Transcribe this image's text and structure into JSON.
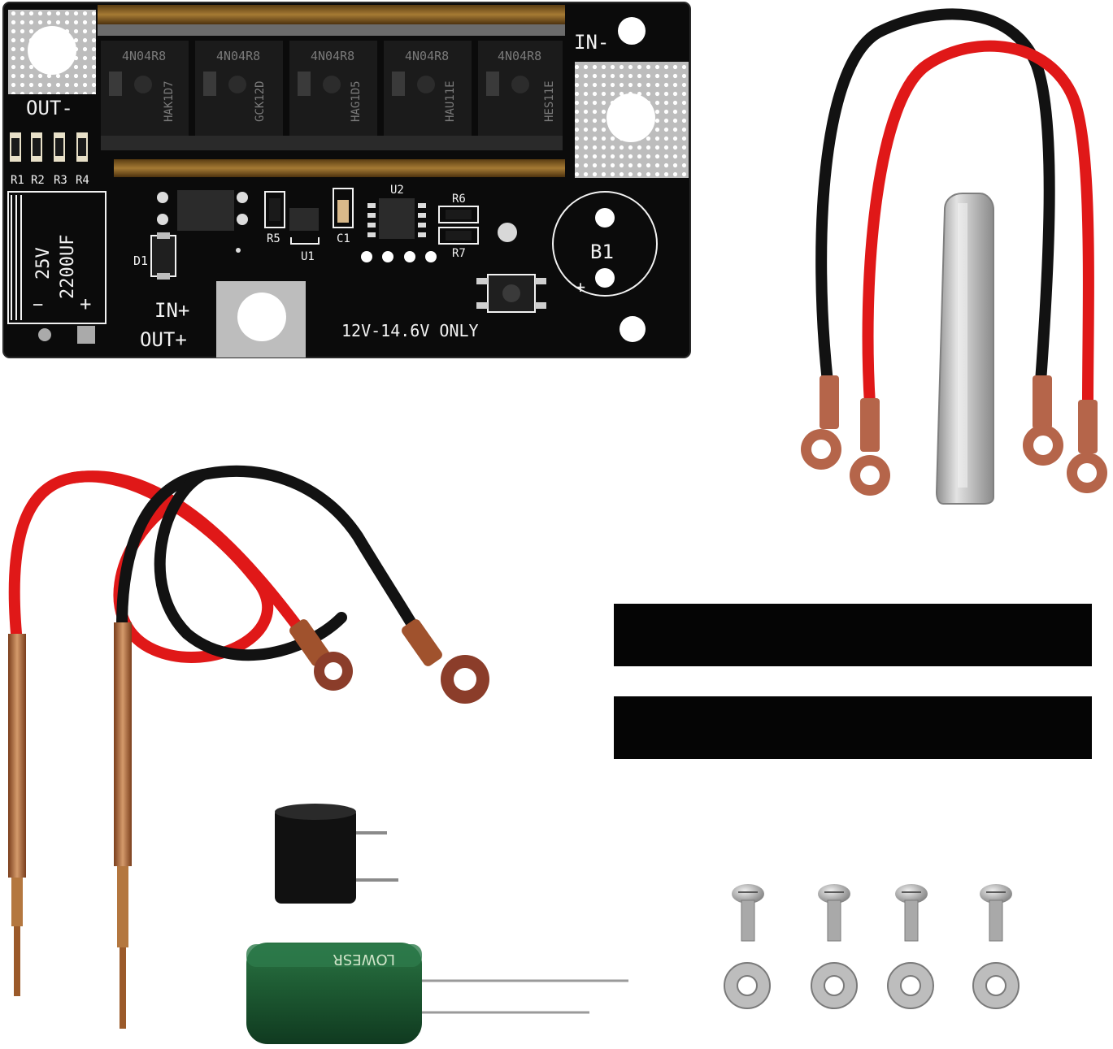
{
  "pcb": {
    "labels": {
      "out_minus": "OUT-",
      "in_minus": "IN-",
      "in_plus": "IN+",
      "out_plus": "OUT+",
      "r1": "R1",
      "r2": "R2",
      "r3": "R3",
      "r4": "R4",
      "r5": "R5",
      "r6": "R6",
      "r7": "R7",
      "u1": "U1",
      "u2": "U2",
      "c1": "C1",
      "d1": "D1",
      "b1": "B1",
      "b1_plus": "+",
      "cap_voltage": "25V",
      "cap_capacitance": "2200UF",
      "cap_minus": "−",
      "cap_plus": "+",
      "voltage_note": "12V-14.6V ONLY"
    },
    "mosfets": [
      {
        "part": "4N04R8",
        "code": "HAK1D7"
      },
      {
        "part": "4N04R8",
        "code": "GCK12D"
      },
      {
        "part": "4N04R8",
        "code": "HAG1D5"
      },
      {
        "part": "4N04R8",
        "code": "HAU11E"
      },
      {
        "part": "4N04R8",
        "code": "HES11E"
      }
    ]
  },
  "capacitor": {
    "brand": "LOWESR"
  },
  "colors": {
    "pcb": "#0b0b0b",
    "silkscreen": "#f2f2f2",
    "copper_bar": "#8a6326",
    "wire_red": "#e01818",
    "wire_black": "#141414",
    "lug_copper": "#b5654a",
    "nickel_strip": "#c8c8c8",
    "insulation_strip": "#050505",
    "capacitor_body": "#1d5a32",
    "buzzer": "#111111",
    "screw_steel": "#a9a9a9"
  }
}
